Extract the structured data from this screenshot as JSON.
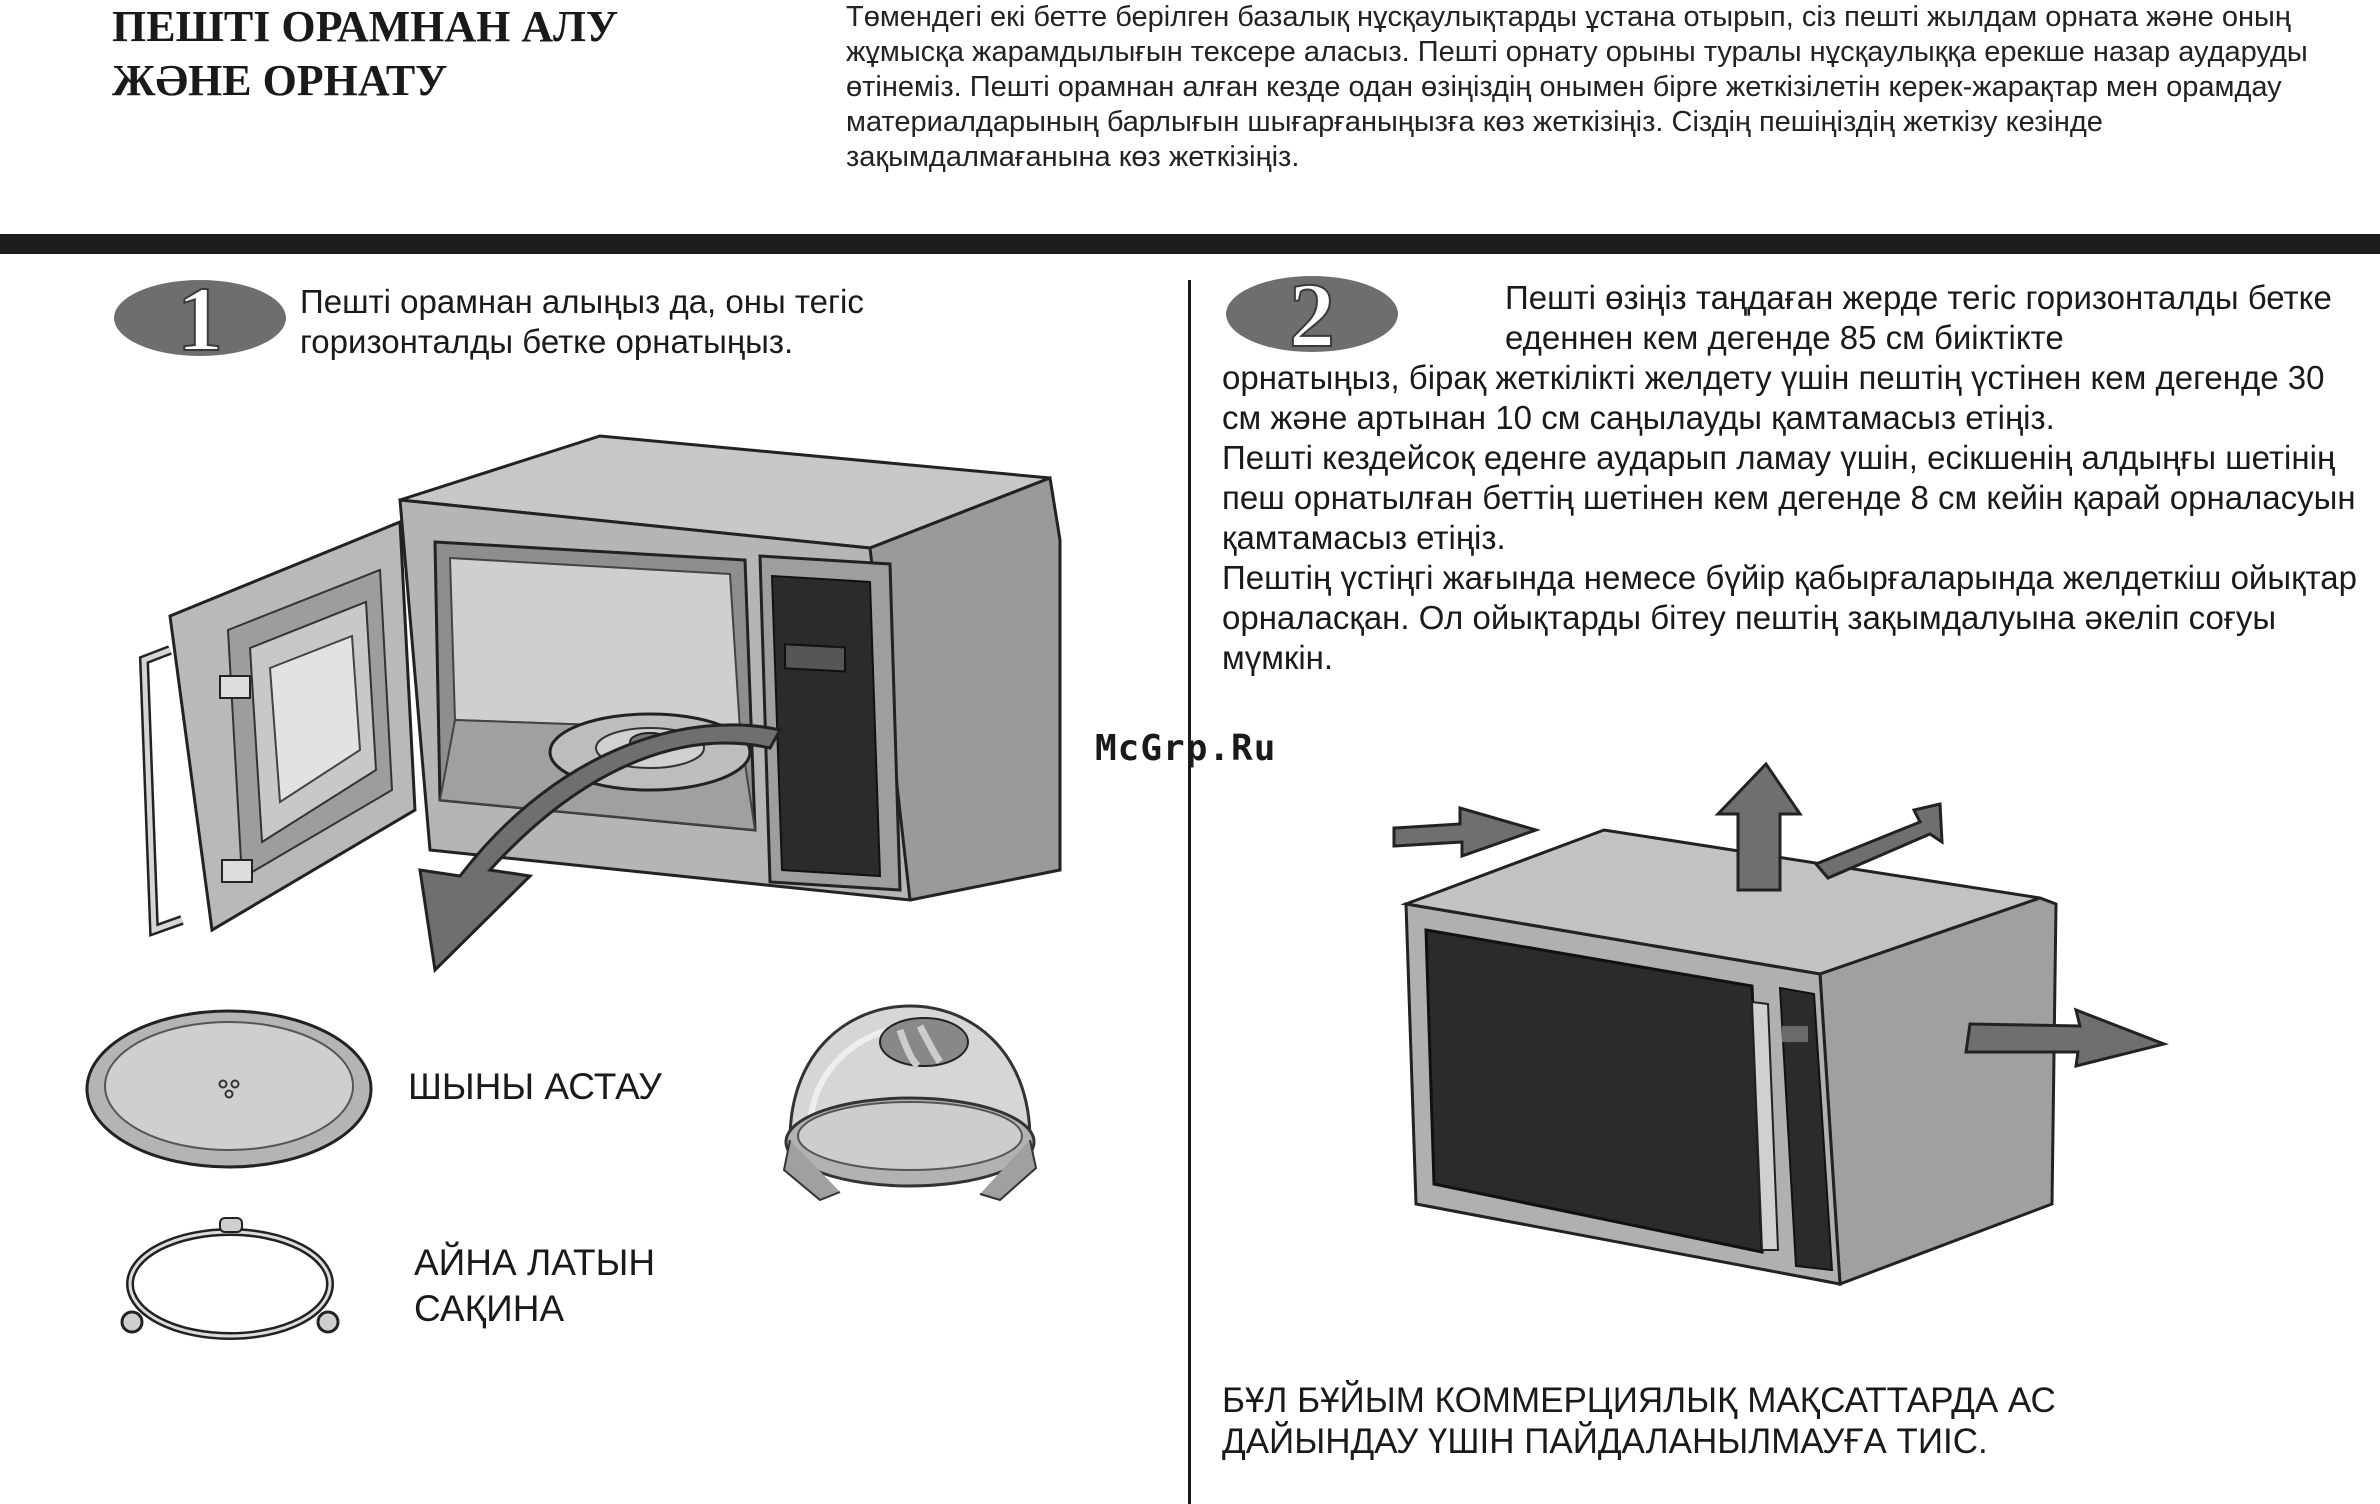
{
  "header": {
    "title_line1": "ПЕШТІ ОРАМНАН АЛУ",
    "title_line2": "ЖӘНЕ ОРНАТУ",
    "intro": "Төмендегі екі бетте берілген базалық нұсқаулықтарды ұстана отырып, сіз пешті жылдам орната және оның жұмысқа жарамдылығын тексере аласыз. Пешті орнату орыны туралы нұсқаулыққа ерекше назар аударуды өтінеміз. Пешті орамнан алған кезде одан өзіңіздің онымен бірге жеткізілетін керек-жарақтар мен орамдау материалдарының барлығын шығарғаныңызға көз жеткізіңіз. Сіздің пешіңіздің жеткізу кезінде зақымдалмағанына көз жеткізіңіз."
  },
  "step1": {
    "number": "1",
    "text": "Пешті орамнан алыңыз да, оны тегіс горизонталды бетке орнатыңыз."
  },
  "accessories": {
    "plate_label": "ШЫНЫ АСТАУ",
    "ring_label_line1": "АЙНА  ЛАТЫН",
    "ring_label_line2": "САҚИНА"
  },
  "step2": {
    "number": "2",
    "text_first": "Пешті өзіңіз таңдаған жерде тегіс горизонталды бетке еденнен кем дегенде 85 см биіктікте",
    "text_rest_1": "орнатыңыз, бірақ жеткілікті желдету үшін пештің  үстінен кем дегенде 30 см және артынан 10 см саңылауды  қамтамасыз етіңіз.",
    "text_rest_2": "Пешті кездейсоқ еденге аударып ламау үшін,  есікшенің алдыңғы шетінің пеш орнатылған беттің шетінен кем  дегенде 8 см  кейін қарай орналасуын қамтамасыз етіңіз.",
    "text_rest_3": "Пештің  үстіңгі жағында немесе  бүйір  қабырғаларында желдеткіш ойықтар орналасқан. Ол ойықтарды бітеу пештің зақымдалуына әкеліп соғуы мүмкін."
  },
  "warning": {
    "line1": "БҰЛ  БҰЙЫМ  КОММЕРЦИЯЛЫҚ  МАҚСАТТАРДА  АС",
    "line2": "ДАЙЫНДАУ ҮШІН ПАЙДАЛАНЫЛМАУҒА ТИІС."
  },
  "watermark": "McGrp.Ru",
  "colors": {
    "badge": "#6e6e6e",
    "body_gray": "#a8a8a8",
    "dark_panel": "#2b2b2b",
    "arrow_gray": "#6f6f6f"
  }
}
